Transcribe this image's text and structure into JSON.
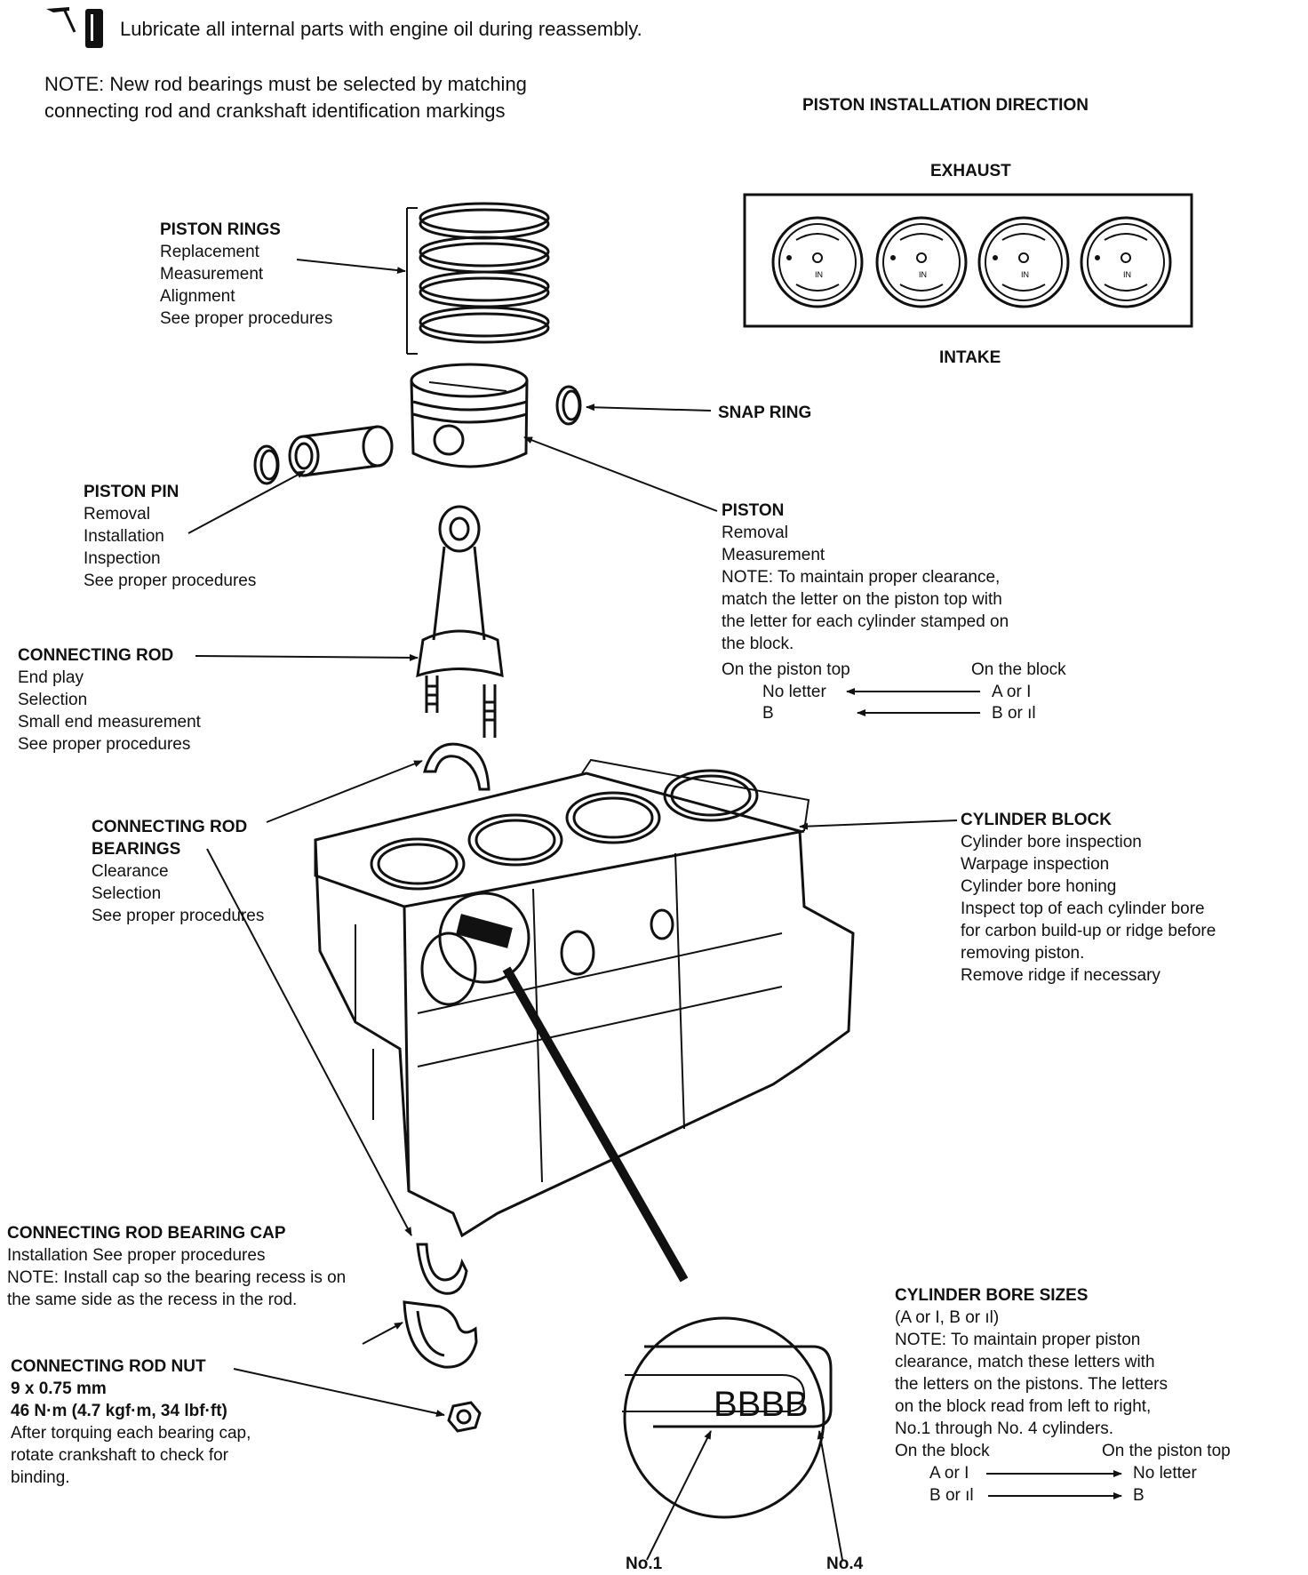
{
  "header": {
    "lubricate": "Lubricate all internal parts with engine oil during reassembly.",
    "note_lines": [
      "NOTE: New rod bearings must be selected by matching",
      "connecting rod and crankshaft identification markings"
    ]
  },
  "piston_direction": {
    "title": "PISTON INSTALLATION DIRECTION",
    "exhaust": "EXHAUST",
    "intake": "INTAKE",
    "in_mark": "IN"
  },
  "piston_rings": {
    "title": "PISTON RINGS",
    "lines": [
      "Replacement",
      "Measurement",
      "Alignment",
      "See proper procedures"
    ]
  },
  "snap_ring": {
    "title": "SNAP RING"
  },
  "piston_pin": {
    "title": "PISTON PIN",
    "lines": [
      "Removal",
      "Installation",
      "Inspection",
      "See proper procedures"
    ]
  },
  "piston": {
    "title": "PISTON",
    "lines": [
      "Removal",
      "Measurement",
      "NOTE:   To maintain proper clearance,",
      "match the letter on the piston top with",
      "the letter for each cylinder stamped on",
      "the block."
    ],
    "col_head_left": "On the piston top",
    "col_head_right": "On the block",
    "rows": [
      {
        "left": "No letter",
        "right": "A or I"
      },
      {
        "left": "B",
        "right": "B or ıl"
      }
    ]
  },
  "connecting_rod": {
    "title": "CONNECTING ROD",
    "lines": [
      "End play",
      "Selection",
      "Small end measurement",
      "See proper procedures"
    ]
  },
  "rod_bearings": {
    "title_lines": [
      "CONNECTING ROD",
      "BEARINGS"
    ],
    "lines": [
      "Clearance",
      "Selection",
      "See proper procedures"
    ]
  },
  "cylinder_block": {
    "title": "CYLINDER BLOCK",
    "lines": [
      "Cylinder bore inspection",
      "Warpage inspection",
      "Cylinder bore honing",
      "Inspect top of each cylinder bore",
      "for carbon build-up or ridge before",
      "removing piston.",
      "Remove ridge if necessary"
    ]
  },
  "bearing_cap": {
    "title": "CONNECTING ROD BEARING CAP",
    "lines": [
      "Installation    See proper procedures",
      "NOTE:  Install cap so the bearing recess is on",
      "the same side as the recess in the rod."
    ]
  },
  "rod_nut": {
    "title": "CONNECTING ROD NUT",
    "bold_lines": [
      "9 x 0.75 mm",
      "46 N·m (4.7 kgf·m, 34 lbf·ft)"
    ],
    "lines": [
      "After torquing each bearing cap,",
      "rotate crankshaft to check for",
      "binding."
    ]
  },
  "bore_sizes": {
    "title": "CYLINDER BORE SIZES",
    "lines": [
      "(A or I, B or ıl)",
      "NOTE:    To maintain proper piston",
      "clearance, match these letters with",
      "the letters on the pistons. The letters",
      "on the block read from left to right,",
      "No.1 through No. 4 cylinders."
    ],
    "col_head_left": "On the block",
    "col_head_right": "On the piston top",
    "rows": [
      {
        "left": "A or I",
        "right": "No letter"
      },
      {
        "left": "B or ıl",
        "right": "B"
      }
    ]
  },
  "stamp": {
    "letters": "BBBB",
    "no1": "No.1",
    "no4": "No.4"
  }
}
